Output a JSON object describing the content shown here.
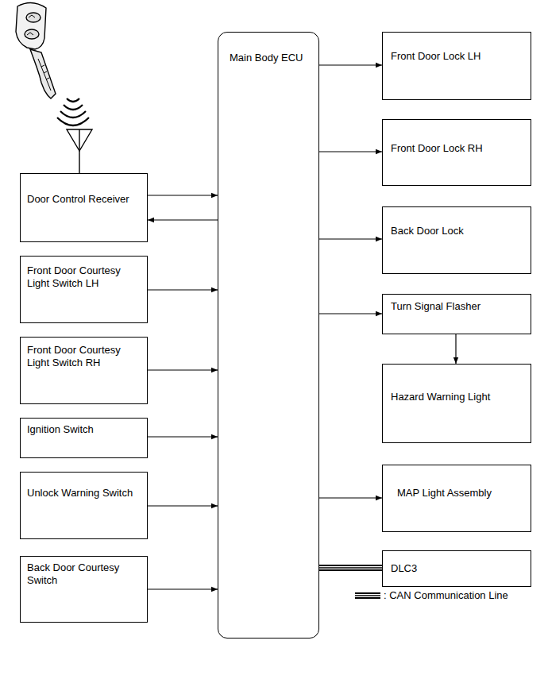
{
  "diagram": {
    "nodes": [
      {
        "text": [
          "Main Body ECU"
        ]
      },
      {
        "text": [
          "Door Control Receiver"
        ]
      },
      {
        "text": [
          "Front Door Courtesy Light Switch LH"
        ]
      },
      {
        "text": [
          "Front Door Courtesy Light Switch RH"
        ]
      },
      {
        "text": [
          "Ignition Switch"
        ]
      },
      {
        "text": [
          "Unlock Warning Switch"
        ]
      },
      {
        "text": [
          "Back Door Courtesy Switch"
        ]
      },
      {
        "text": [
          "Front Door Lock LH"
        ]
      },
      {
        "text": [
          "Front Door Lock RH"
        ]
      },
      {
        "text": [
          "Back Door Lock"
        ]
      },
      {
        "text": [
          "Turn Signal Flasher"
        ]
      },
      {
        "text": [
          "Hazard Warning Light"
        ]
      },
      {
        "text": [
          "MAP Light Assembly"
        ]
      },
      {
        "text": [
          "DLC3"
        ]
      }
    ],
    "edges": [
      {
        "from": 1,
        "to": 0,
        "arrow": "to"
      },
      {
        "from": 0,
        "to": 1,
        "arrow": "to"
      },
      {
        "from": 2,
        "to": 0,
        "arrow": "to"
      },
      {
        "from": 3,
        "to": 0,
        "arrow": "to"
      },
      {
        "from": 4,
        "to": 0,
        "arrow": "to"
      },
      {
        "from": 5,
        "to": 0,
        "arrow": "to"
      },
      {
        "from": 6,
        "to": 0,
        "arrow": "to"
      },
      {
        "from": 0,
        "to": 7,
        "arrow": "to"
      },
      {
        "from": 0,
        "to": 8,
        "arrow": "to"
      },
      {
        "from": 0,
        "to": 9,
        "arrow": "to"
      },
      {
        "from": 0,
        "to": 10,
        "arrow": "to"
      },
      {
        "from": 10,
        "to": 11,
        "arrow": "to"
      },
      {
        "from": 0,
        "to": 12,
        "arrow": "to"
      },
      {
        "from": 0,
        "to": 13,
        "arrow": "none"
      }
    ],
    "legend": [
      {
        "text": ": CAN Communication Line"
      }
    ]
  }
}
